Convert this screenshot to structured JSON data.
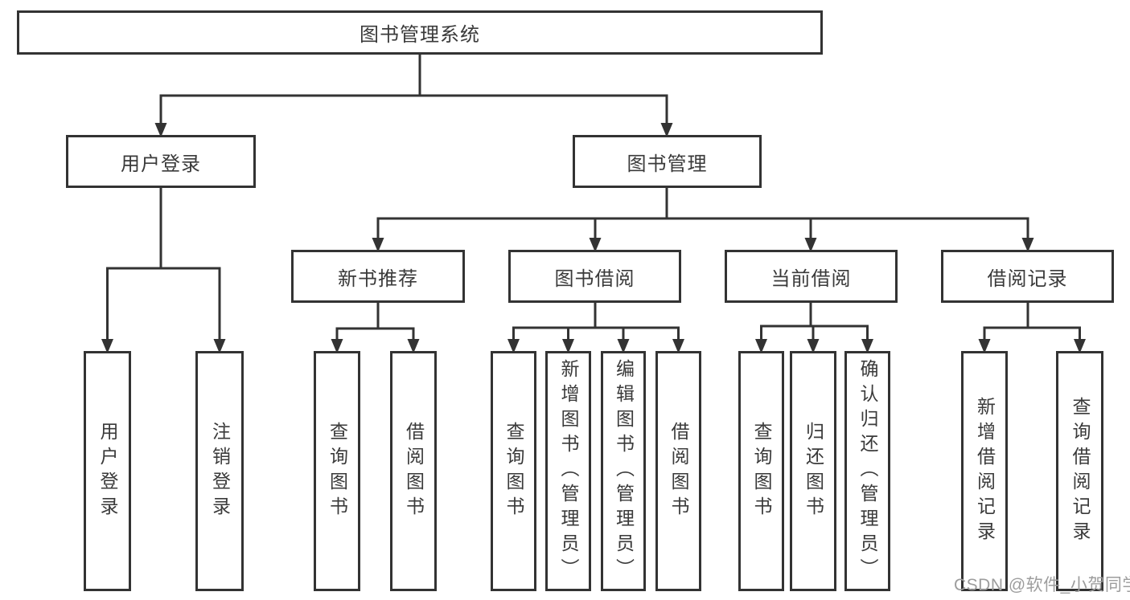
{
  "diagram": {
    "root": {
      "label": "图书管理系统"
    },
    "branches": [
      {
        "label": "用户登录",
        "children": [
          {
            "label": "用户登录"
          },
          {
            "label": "注销登录"
          }
        ]
      },
      {
        "label": "图书管理",
        "children": [
          {
            "label": "新书推荐",
            "children": [
              {
                "label": "查询图书"
              },
              {
                "label": "借阅图书"
              }
            ]
          },
          {
            "label": "图书借阅",
            "children": [
              {
                "label": "查询图书"
              },
              {
                "label": "新增图书（管理员）"
              },
              {
                "label": "编辑图书（管理员）"
              },
              {
                "label": "借阅图书"
              }
            ]
          },
          {
            "label": "当前借阅",
            "children": [
              {
                "label": "查询图书"
              },
              {
                "label": "归还图书"
              },
              {
                "label": "确认归还（管理员）"
              }
            ]
          },
          {
            "label": "借阅记录",
            "children": [
              {
                "label": "新增借阅记录"
              },
              {
                "label": "查询借阅记录"
              }
            ]
          }
        ]
      }
    ]
  },
  "watermark": {
    "label": "CSDN @软件_小贺同学"
  },
  "colors": {
    "line": "#333333",
    "text": "#3a3a3a",
    "background": "#ffffff",
    "watermark": "#9d9d9d"
  }
}
